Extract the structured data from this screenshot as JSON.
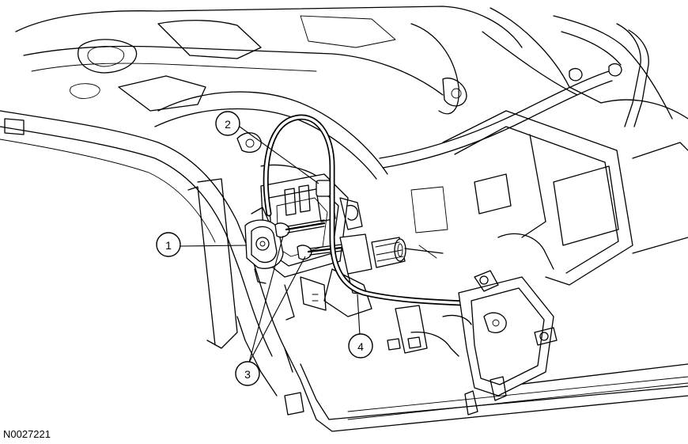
{
  "callouts": [
    {
      "label": "1"
    },
    {
      "label": "2"
    },
    {
      "label": "3"
    },
    {
      "label": "4"
    }
  ],
  "figure_id": "N0027221"
}
